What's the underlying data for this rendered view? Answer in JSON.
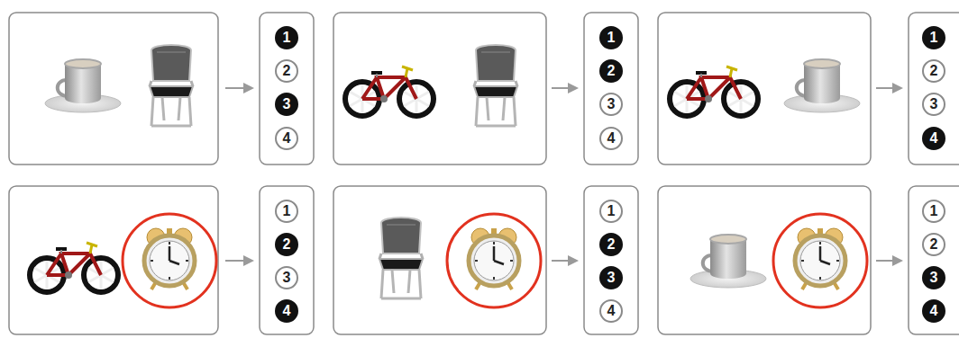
{
  "diagram": {
    "nodes": [
      {
        "text": [
          "1"
        ]
      },
      {
        "text": [
          "2"
        ]
      },
      {
        "text": [
          "3"
        ]
      },
      {
        "text": [
          "4"
        ]
      },
      {
        "text": [
          "1"
        ]
      },
      {
        "text": [
          "2"
        ]
      },
      {
        "text": [
          "3"
        ]
      },
      {
        "text": [
          "4"
        ]
      },
      {
        "text": [
          "1"
        ]
      },
      {
        "text": [
          "2"
        ]
      },
      {
        "text": [
          "3"
        ]
      },
      {
        "text": [
          "4"
        ]
      },
      {
        "text": [
          "1"
        ]
      },
      {
        "text": [
          "2"
        ]
      },
      {
        "text": [
          "3"
        ]
      },
      {
        "text": [
          "4"
        ]
      },
      {
        "text": [
          "1"
        ]
      },
      {
        "text": [
          "2"
        ]
      },
      {
        "text": [
          "3"
        ]
      },
      {
        "text": [
          "4"
        ]
      },
      {
        "text": [
          "1"
        ]
      },
      {
        "text": [
          "2"
        ]
      },
      {
        "text": [
          "3"
        ]
      },
      {
        "text": [
          "4"
        ]
      }
    ]
  }
}
